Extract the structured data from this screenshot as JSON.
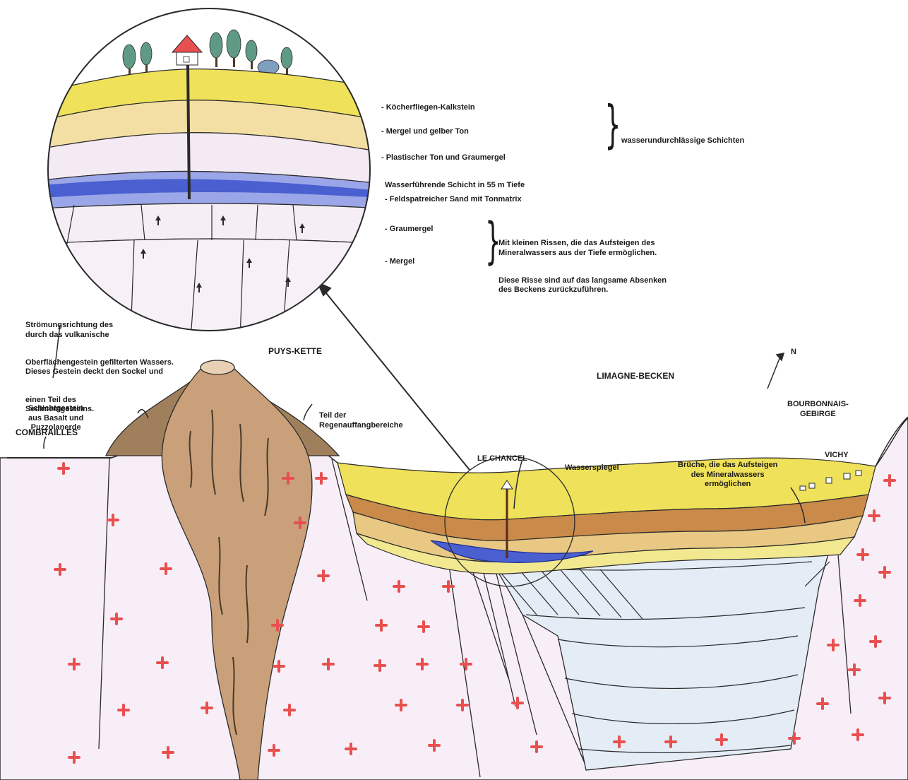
{
  "inset_layers": [
    "- Köcherfliegen-Kalkstein",
    "- Mergel und gelber Ton",
    "- Plastischer Ton und Graumergel"
  ],
  "impermeable_label": "wasserundurchlässige Schichten",
  "aquifer_lines": [
    "Wasserführende Schicht in 55 m Tiefe",
    "- Feldspatreicher Sand mit Tonmatrix"
  ],
  "graumergel_label": "- Graumergel",
  "mergel_label": "- Mergel",
  "fissure_note": [
    "Mit kleinen Rissen, die das Aufsteigen des",
    "Mineralwassers aus der Tiefe ermöglichen.",
    "Diese Risse sind auf das langsame Absenken",
    "des Beckens zurückzuführen."
  ],
  "flow_note": [
    "Strömungsrichtung des",
    "durch das vulkanische",
    "Oberflächengestein gefilterten Wassers.",
    "Dieses Gestein deckt den Sockel und",
    "einen Teil des",
    "Sedimentgesteins."
  ],
  "puys_label": "PUYS-KETTE",
  "limagne_label": "LIMAGNE-BECKEN",
  "north_label": "N",
  "bourbonnais_label": [
    "BOURBONNAIS-",
    "GEBIRGE"
  ],
  "schicht_label": [
    "Schichtgestein",
    "aus Basalt und",
    "Puzzolanerde"
  ],
  "regen_label": [
    "Teil der",
    "Regenauffangbereiche"
  ],
  "combrailles_label": "COMBRAILLES",
  "chancel_label": "LE CHANCEL",
  "wasserspiegel_label": "Wasserspiegel",
  "brueche_label": [
    "Brüche, die das Aufsteigen",
    "des Mineralwassers",
    "ermöglichen"
  ],
  "vichy_label": "VICHY",
  "colors": {
    "granite_marker": "#e8504f",
    "volcano": "#c9a07a",
    "basalt": "#a0805c",
    "yellow_layer": "#efe15a",
    "orange_layer": "#e8c883",
    "brown_layer": "#c98a4a",
    "aquifer": "#4a5fd0",
    "aquifer_light": "#9aa6e8",
    "clay": "#ede1ec",
    "sediment_blue": "#dfe9f4"
  }
}
